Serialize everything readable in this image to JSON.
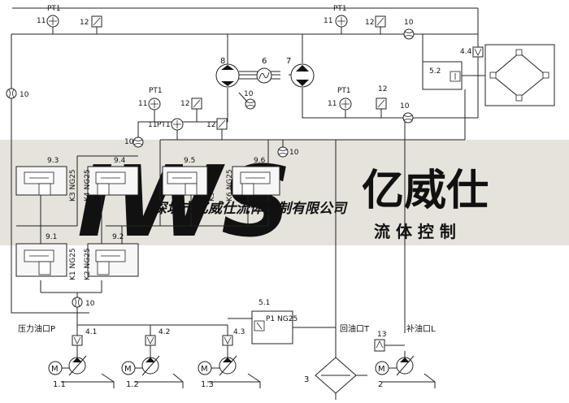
{
  "labels": {
    "pt1": "PT1",
    "n11": "11",
    "n12": "12",
    "n10": "10",
    "n8": "8",
    "n6": "6",
    "n7": "7",
    "n5_2": "5.2",
    "n4_4": "4.4",
    "n9_3": "9.3",
    "n9_4": "9.4",
    "n9_5": "9.5",
    "n9_6": "9.6",
    "n9_1": "9.1",
    "n9_2": "9.2",
    "k3": "K3 NG25",
    "k4": "K4 NG25",
    "k5": "K5 NG25",
    "k6": "K6 NG25",
    "k1": "K1 NG25",
    "k2": "K2 NG25",
    "n5_1": "5.1",
    "p1": "P1 NG25",
    "pressure_port": "压力油口P",
    "return_port": "回油口T",
    "makeup_port": "补油口L",
    "n4_1": "4.1",
    "n4_2": "4.2",
    "n4_3": "4.3",
    "n13": "13",
    "n3": "3",
    "n2": "2",
    "n1_1": "1.1",
    "n1_2": "1.2",
    "n1_3": "1.3",
    "motor_m": "M"
  },
  "watermark": {
    "company": "深圳市亿威仕流体控制有限公司",
    "brand_cn": "亿威仕",
    "brand_sub": "流 体 控 制",
    "logo_text": "IWS"
  },
  "colors": {
    "watermark_red": "#e0261f",
    "watermark_band": "#e6e3dc",
    "watermark_logo": "#d8d3c8",
    "line": "#222222"
  }
}
